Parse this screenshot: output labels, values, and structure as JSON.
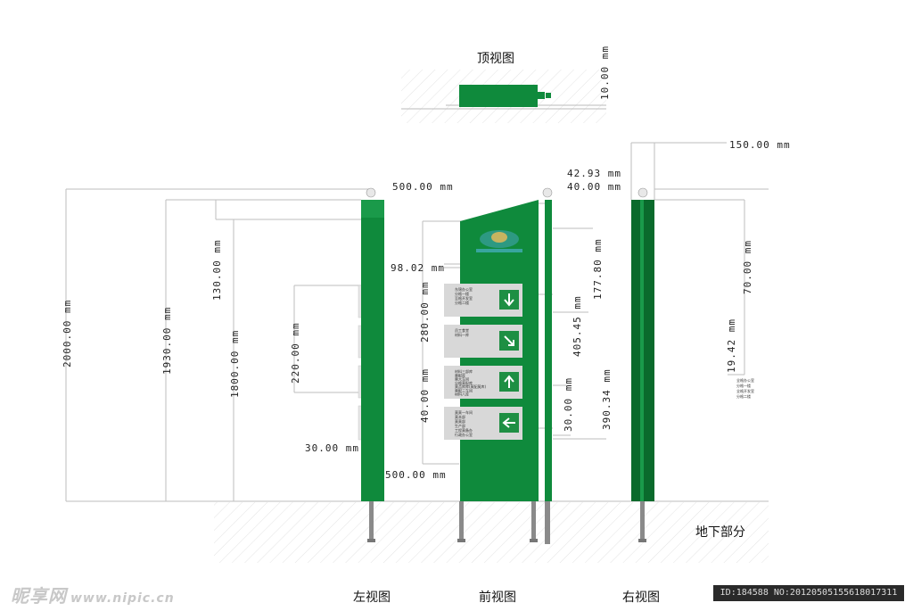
{
  "views": {
    "top": "顶视图",
    "left": "左视图",
    "front": "前视图",
    "right": "右视图",
    "underground": "地下部分"
  },
  "dimensions": {
    "top_depth": "10.00 mm",
    "total_height": "2000.00 mm",
    "h1930": "1930.00 mm",
    "h1800": "1800.00 mm",
    "h130": "130.00 mm",
    "h220": "220.00 mm",
    "h30_left": "30.00 mm",
    "w500_top": "500.00 mm",
    "h98": "98.02 mm",
    "h280": "280.00 mm",
    "h40_front": "40.00 mm",
    "w500_bottom": "500.00 mm",
    "w42": "42.93 mm",
    "w40": "40.00 mm",
    "h177": "177.80 mm",
    "h405": "405.45 mm",
    "h30_side": "30.00 mm",
    "h390": "390.34 mm",
    "w150": "150.00 mm",
    "h70": "70.00 mm",
    "h19": "19.42 mm"
  },
  "panels": [
    {
      "arrow": "down",
      "lines": [
        "东锦办公室",
        "分格一楼",
        "至格开发室",
        "分格二楼"
      ]
    },
    {
      "arrow": "down-right",
      "lines": [
        "员工食堂",
        "材料一库"
      ]
    },
    {
      "arrow": "up",
      "lines": [
        "材料三部库",
        "莫配库",
        "莫大车间",
        "分格莫配库",
        "莫品库库(莫配莫库)",
        "莫配三车间",
        "材料八库"
      ]
    },
    {
      "arrow": "left",
      "lines": [
        "莫莫一车间",
        "莫本部",
        "莫莫部",
        "生产部",
        "工程莫备办",
        "行政办公室"
      ]
    }
  ],
  "right_text": [
    "全格办公室",
    "分格一楼",
    "全格开发室",
    "分格二楼"
  ],
  "watermark": {
    "brand": "昵享网",
    "url": "www.nipic.cn"
  },
  "id_line": "ID:184588 NO:20120505155618017311",
  "colors": {
    "green": "#0f8a3c",
    "dark_green": "#0a6a2c",
    "panel": "#d8d8d8",
    "arrow": "#1e8f43"
  }
}
